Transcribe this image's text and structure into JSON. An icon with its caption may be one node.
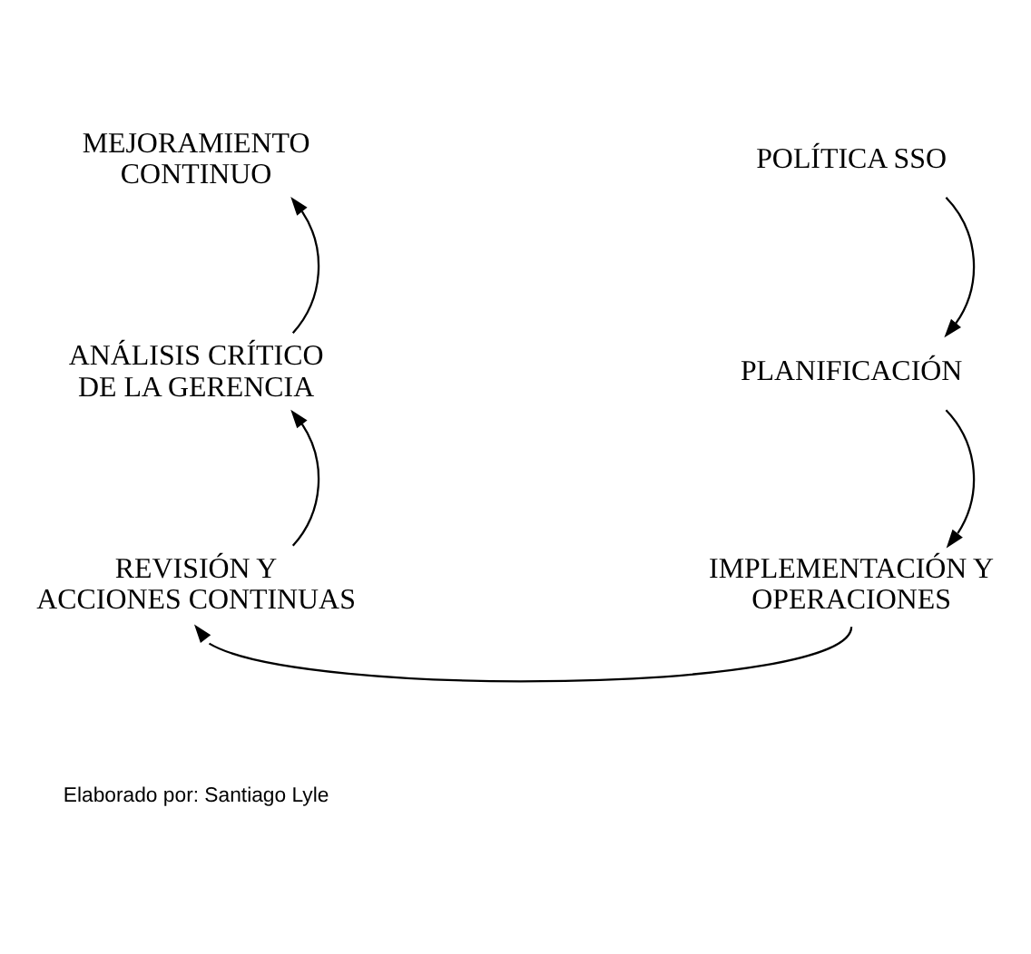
{
  "diagram": {
    "nodes": [
      {
        "text": [
          "MEJORAMIENTO CONTINUO"
        ]
      },
      {
        "text": [
          "POLÍTICA SSO"
        ]
      },
      {
        "text": [
          "ANÁLISIS CRÍTICO DE LA GERENCIA"
        ]
      },
      {
        "text": [
          "PLANIFICACIÓN"
        ]
      },
      {
        "text": [
          "REVISIÓN Y ACCIONES CONTINUAS"
        ]
      },
      {
        "text": [
          "IMPLEMENTACIÓN Y OPERACIONES"
        ]
      }
    ],
    "edges": [
      {
        "from": 1,
        "to": 3,
        "arrow": "to"
      },
      {
        "from": 3,
        "to": 5,
        "arrow": "to"
      },
      {
        "from": 5,
        "to": 4,
        "arrow": "to"
      },
      {
        "from": 4,
        "to": 2,
        "arrow": "to"
      },
      {
        "from": 2,
        "to": 0,
        "arrow": "to"
      }
    ],
    "labels": [
      "Elaborado por: Santiago Lyle"
    ]
  }
}
